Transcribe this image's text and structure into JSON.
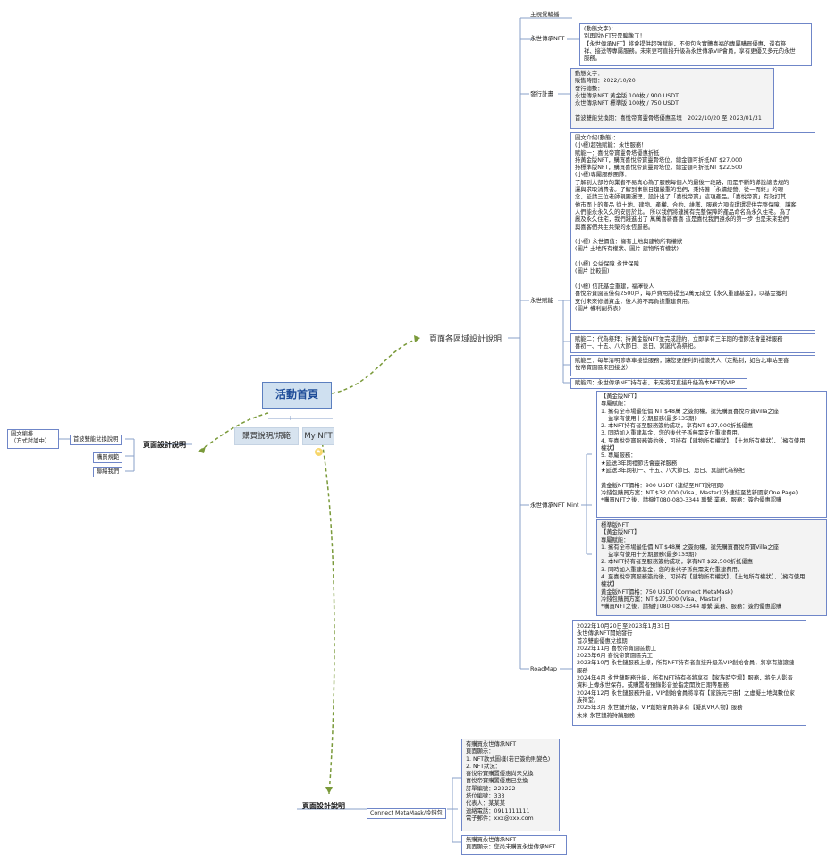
{
  "root": {
    "title": "活動首頁"
  },
  "root_tabs": {
    "purchase": "購買說明/規範",
    "my_nft": "My NFT",
    "star": "★"
  },
  "left_branch": {
    "title": "頁面設計說明",
    "items": [
      "首波雙能兌換說明",
      "購買規範",
      "聯絡我們"
    ],
    "note_lines": [
      "圖文編排",
      "（方式討論中）"
    ]
  },
  "right_branch": {
    "title": "頁面各區域設計說明",
    "sections": {
      "main_visual": "主視覺輪播",
      "yongshi_nft": "永世傳承NFT",
      "issue_plan": "發行計畫",
      "yongshi_power": "永世賦能",
      "mint": "永世傳承NFT Mint",
      "roadmap": "RoadMap"
    }
  },
  "boxes": {
    "nft_intro": [
      "(動態文字)：",
      "別再說NFT只是騙像了！",
      "【永世傳承NFT】將會提供超強賦能，不但包含實體喜福的專屬購買優惠，還有祭",
      "祥、接送等專屬服務。未來更可直接升級為永世傳承VIP會員，享有更優又多元的永世",
      "服務。"
    ],
    "issue": [
      "動態文字：",
      "販售時間：2022/10/20",
      "發行總數：",
      "永世傳承NFT 黃金版 100枚 / 900 USDT",
      "永世傳承NFT 標準版 100枚 / 750 USDT",
      "",
      "首波雙能兌換期：喜悅帝寶靈骨塔優惠區塊　2022/10/20 至 2023/01/31"
    ],
    "power_main": [
      "圖文介紹(動態)：",
      "(小標)超強賦能：永世服務！",
      "賦能一：喜悅帝寶靈骨塔優惠折抵",
      "持黃金版NFT，購買喜悅帝寶靈骨塔位，總金額可折抵NT $27,000",
      "持標準版NFT，購買喜悅帝寶靈骨塔位，總金額可折抵NT $22,500",
      "(小標)專屬服務團隊：",
      "了解到大部分的業者不易真心為了服務每個人的最後一段路，而是不斷的導說總法規的",
      "灑與求取消費者。了解到事態日趨嚴重的我們，秉持著「永續經營、從一而終」的理",
      "念，延請三位老師親團運理，設計出了「喜悅帝寶」這項產品。「喜悅帝寶」有效打其",
      "他市面上的產品 從土地、建物、產權、合約、維護、服務六項皆環環提供完整保障，讓客",
      "人們能永永久久的安居於此。 所以我們將連擁有完整保障的產品命名為永久住宅。為了",
      "嚴及永久住宅，我們踐進出了 萬萬喜新喜喜 這是喜悅我們遵永的第一步 也是未來我們",
      "與喜客們共生共榮的永恆服務。",
      "",
      "(小標) 永世價值：擁有土地與建物所有權狀",
      "(圖片 土地所有權狀、圖片 建物所有權狀)",
      "",
      "(小標) 公益保障 永世保障",
      "(圖片 比較圖)",
      "",
      "(小標) 信託基金重建，福澤後人",
      "喜悅帝寶園區僅有2500戶，每戶費用將提出2萬元成立【永久重建基金】，以基金獲利",
      "支付未來修繕資金，後人將不再負擔重建費用。",
      "(圖片 權利副界表)"
    ],
    "power_2": [
      "賦能二：代為祭拜；持黃金版NFT並完成證約，立即享有三年期的禮節法會靈祥服務",
      "喜初一、十五、八大節日、忌日、冥誕代為祭祀。"
    ],
    "power_3": [
      "賦能三：每年清明節專車接送服務，讓您更便利的禮懷先人（定點制，如台北車站至喜",
      "悅帝寶園區來回接送）"
    ],
    "power_4": [
      "賦能四：永世傳承NFT持有者，未來將可直接升級為本NFT的VIP"
    ],
    "mint_gold": [
      "【黃金版NFT】",
      "專屬賦能：",
      "1. 擁有全市場最低價 NT $48萬 之簽約權，搶先購買喜悅帝寶Villa之座",
      "    益享有使用十分期服務(最多135期)",
      "2. 本NFT持有者至服務簽約成功，享有NT $27,000折抵優惠",
      "3. 同時加入重建基金，您的後代子孫無需支付重建費用。",
      "4. 至喜悅帝寶服務簽約後，可持有【建物所有權狀】、【土地所有權狀】、【擁有使用",
      "權狀】",
      "5. 專屬服務：",
      "★延送3年期禮節法會靈祥服務",
      "★延送3年期初一、十五、八大節日、忌日、冥誕代為祭祀",
      "",
      "黃金版NFT價格：900 USDT (連結至NFT說明頁)",
      "冷錢包購買方案：NT $32,000 (Visa、Master)(外連結至藍新國家One Page)",
      "*購買NFT之後，請撥打080-080-3344 聯繫 業務、服務：簽約優惠認購"
    ],
    "mint_standard": [
      "標準版NFT",
      "【黃金版NFT】",
      "專屬賦能：",
      "1. 擁有全市場最低價 NT $48萬 之簽約權，搶先購買喜悅帝寶Villa之座",
      "    益享有使用十分期服務(最多135期)",
      "2. 本NFT持有者至服務簽約成功，享有NT $22,500折抵優惠",
      "3. 同時加入重建基金，您的後代子孫無需支付重建費用。",
      "4. 至喜悅帝寶服務簽約後，可持有【建物所有權狀】、【土地所有權狀】、【擁有使用",
      "權狀】",
      "黃金版NFT價格：750 USDT (Connect MetaMask)",
      "冷錢包購買方案：NT $27,500 (Visa、Master)",
      "*購買NFT之後，請撥打080-080-3344 聯繫 業務、服務：簽約優惠認購"
    ],
    "roadmap": [
      "2022年10月20日至2023年1月31日",
      "永世傳承NFT開始發行",
      "首次雙能優惠兌換期",
      "2022年11月 喜悅帝寶園區動工",
      "2023年6月 喜悅帝寶園區完工",
      "2023年10月 永世鏈服務上線，所有NFT持有者直接升級為VIP創始會員，將享有旗讓鏈",
      "服務",
      "2024年4月 永世鏈服務升級，所有NFT持有者將享有【家族時空場】服務，將先人影音",
      "資料上傳永世保存，或購置者預錄影音並指定開放日期等服務",
      "2024年12月 永世鏈服務升級，VIP創始會員將享有【家族元宇宙】之虛擬土地與數位家",
      "族祠堂。",
      "2025年3月 永世鏈升級，VIP創始會員將享有【擬真VR人物】服務",
      "未來 永世鏈將持續服務"
    ],
    "metamask_owned": [
      "有購買永世傳承NFT",
      "頁面顯示：",
      "1. NFT款式圖樣(若已簽約則變色)",
      "2. NFT狀況：",
      "喜悅帝寶購置優惠尚未兌換",
      "喜悅帝寶購置優惠已兌換",
      "訂單編號：222222",
      "塔位編號：333",
      "代表人：某某某",
      "連絡電話：0911111111",
      "電子郵件：xxx@xxx.com"
    ],
    "metamask_none": [
      "無購買永世傳承NFT",
      "頁面顯示：您尚未購買永世傳承NFT"
    ]
  },
  "bottom_branch": {
    "title": "頁面設計說明",
    "item": "Connect MetaMask/冷錢包"
  },
  "colors": {
    "edge": "#7a9a3a",
    "box_border": "#6f86c8",
    "root_fill": "#cfe0f0"
  }
}
